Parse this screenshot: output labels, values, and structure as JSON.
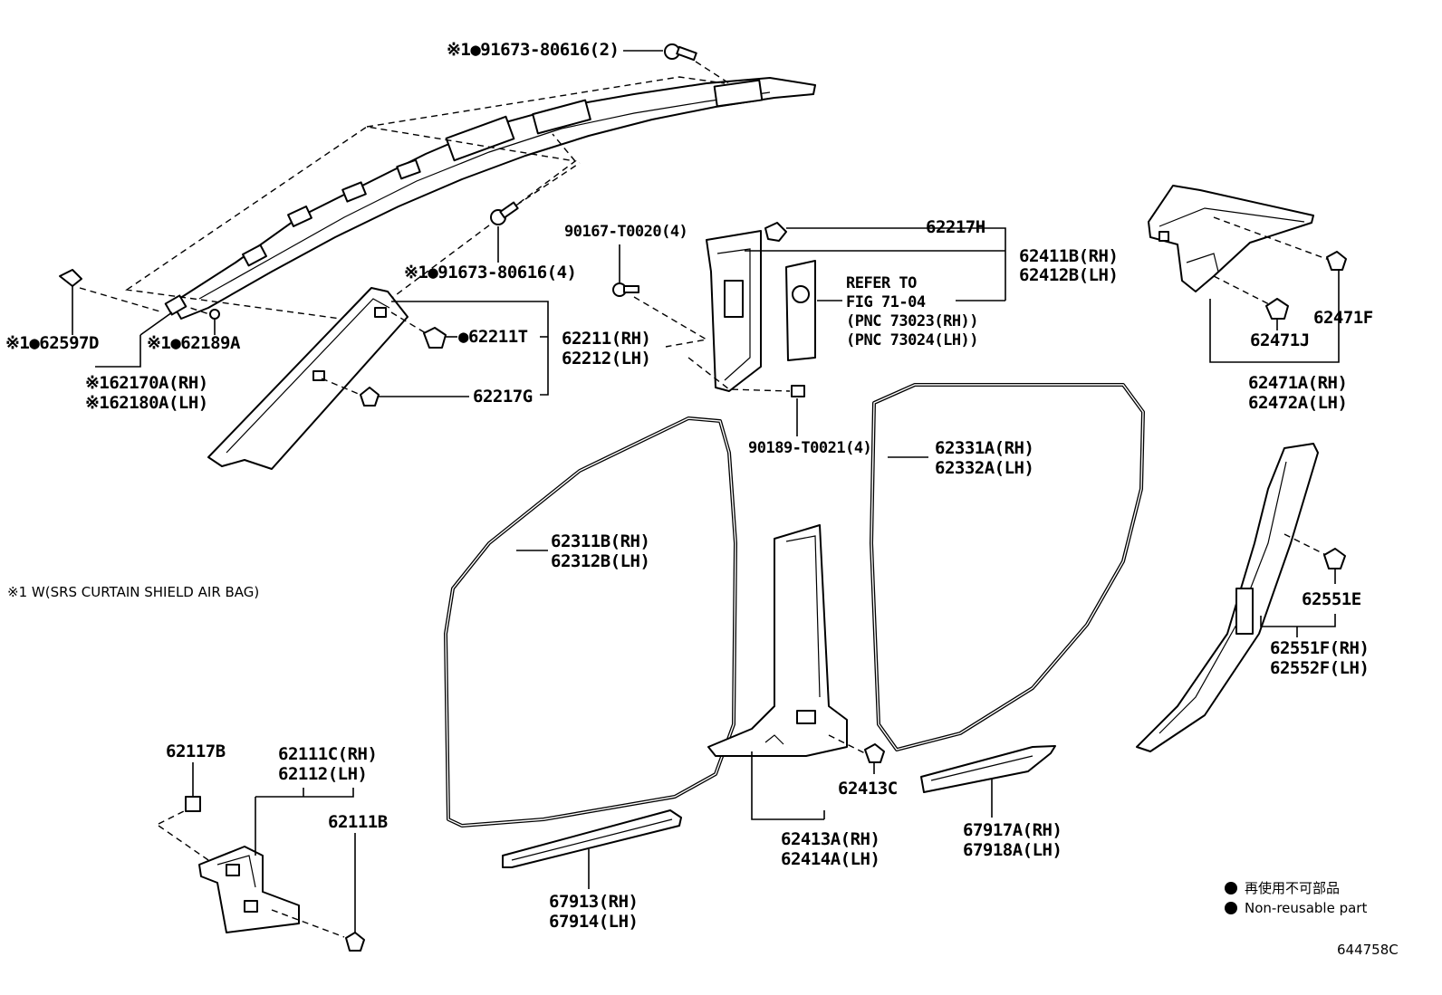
{
  "labels": {
    "bolt_top": "※1●91673-80616(2)",
    "bolt_mid": "※1●91673-80616(4)",
    "clip_62597d": "※1●62597D",
    "clip_62189a": "※1●62189A",
    "airbag_rh": "※162170A(RH)",
    "airbag_lh": "※162180A(LH)",
    "screw_90167": "90167-T0020(4)",
    "clip_62217h": "62217H",
    "pillar_b_rh": "62411B(RH)",
    "pillar_b_lh": "62412B(LH)",
    "refer_1": "REFER TO",
    "refer_2": "FIG 71-04",
    "refer_3": "(PNC 73023(RH))",
    "refer_4": "(PNC 73024(LH))",
    "clip_62211t": "●62211T",
    "pillar_a_rh": "62211(RH)",
    "pillar_a_lh": "62212(LH)",
    "clip_62217g": "62217G",
    "nut_90189": "90189-T0021(4)",
    "clip_62471f": "62471F",
    "clip_62471j": "62471J",
    "quarter_rh": "62471A(RH)",
    "quarter_lh": "62472A(LH)",
    "rear_ws_rh": "62331A(RH)",
    "rear_ws_lh": "62332A(LH)",
    "front_ws_rh": "62311B(RH)",
    "front_ws_lh": "62312B(LH)",
    "clip_62551e": "62551E",
    "c_pillar_rh": "62551F(RH)",
    "c_pillar_lh": "62552F(LH)",
    "nut_62117b": "62117B",
    "cowl_rh": "62111C(RH)",
    "cowl_lh": "62112(LH)",
    "clip_62111b": "62111B",
    "clip_62413c": "62413C",
    "b_lower_rh": "62413A(RH)",
    "b_lower_lh": "62414A(LH)",
    "rear_scuff_rh": "67917A(RH)",
    "rear_scuff_lh": "67918A(LH)",
    "front_scuff_rh": "67913(RH)",
    "front_scuff_lh": "67914(LH)"
  },
  "footnote": "※1 W(SRS CURTAIN SHIELD AIR BAG)",
  "legend": {
    "jp": "再使用不可部品",
    "en": "Non-reusable part"
  },
  "figure_code": "644758C"
}
